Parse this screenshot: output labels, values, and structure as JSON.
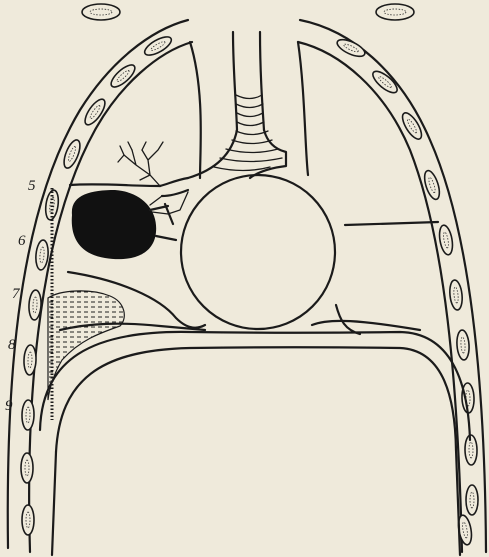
{
  "figure": {
    "rib_numbers": [
      "5",
      "6",
      "7",
      "8",
      "9"
    ]
  }
}
